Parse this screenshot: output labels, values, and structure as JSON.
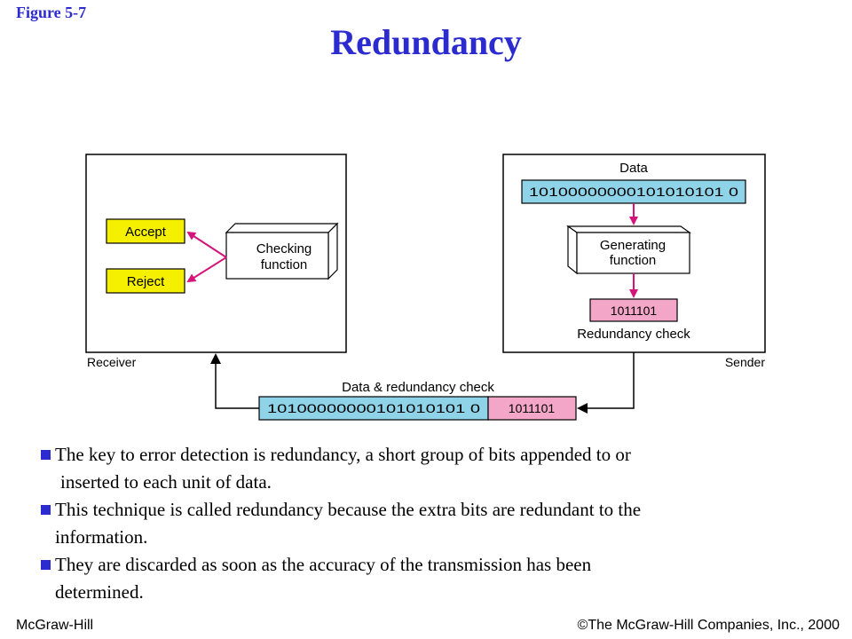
{
  "figure_label": "Figure 5-7",
  "title": "Redundancy",
  "receiver": {
    "label": "Receiver",
    "accept": "Accept",
    "reject": "Reject",
    "checking_line1": "Checking",
    "checking_line2": "function"
  },
  "sender": {
    "label": "Sender",
    "data_label": "Data",
    "data_bits": "10100000000101010101 0",
    "generating_line1": "Generating",
    "generating_line2": "function",
    "redundancy_bits": "1011101",
    "redundancy_label": "Redundancy check"
  },
  "transmission": {
    "label": "Data & redundancy check",
    "data_bits": "10100000000101010101 0",
    "redundancy_bits": "1011101"
  },
  "bullets": [
    {
      "line1": "The key to error detection is redundancy, a short group of bits appended to or",
      "line2": "inserted to each unit of data."
    },
    {
      "line1": "This technique is called redundancy because the extra bits are redundant to the",
      "line2": "information."
    },
    {
      "line1": "They are discarded as soon as the accuracy of the transmission has been",
      "line2": "determined."
    }
  ],
  "footer": {
    "left": "McGraw-Hill",
    "right": "©The McGraw-Hill Companies, Inc., 2000"
  },
  "colors": {
    "title": "#2b2bd0",
    "arrow": "#d4147a",
    "yellow": "#f4f000",
    "blue": "#8fd3e8",
    "pink": "#f4a6c8"
  }
}
